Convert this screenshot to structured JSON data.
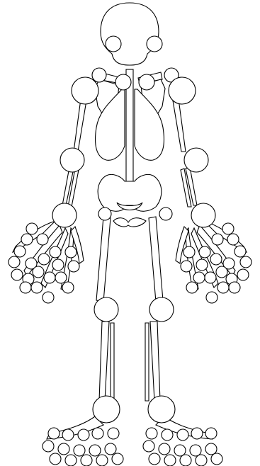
{
  "colors": {
    "stroke": "#000000",
    "fill": "#ffffff",
    "background": "#ffffff"
  },
  "joints": [
    "head-left-jaw",
    "head-right-jaw",
    "left-sternoclavicular",
    "right-sternoclavicular",
    "left-acromioclavicular",
    "right-acromioclavicular",
    "left-shoulder",
    "right-shoulder",
    "left-elbow",
    "right-elbow",
    "left-wrist",
    "right-wrist",
    "left-hip",
    "right-hip",
    "left-knee",
    "right-knee",
    "left-ankle",
    "right-ankle",
    "left-hand-joints",
    "right-hand-joints",
    "left-foot-joints",
    "right-foot-joints"
  ]
}
